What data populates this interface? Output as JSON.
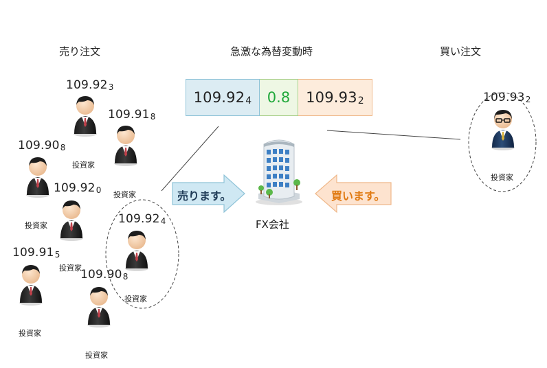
{
  "headings": {
    "sell_orders": "売り注文",
    "rapid_change": "急激な為替変動時",
    "buy_orders": "買い注文"
  },
  "quote": {
    "bid_main": "109.92",
    "bid_last": "4",
    "spread": "0.8",
    "ask_main": "109.93",
    "ask_last": "2"
  },
  "investor_label": "投資家",
  "investors_left": [
    {
      "main": "109.92",
      "last": "3"
    },
    {
      "main": "109.91",
      "last": "8"
    },
    {
      "main": "109.90",
      "last": "8"
    },
    {
      "main": "109.92",
      "last": "0"
    },
    {
      "main": "109.92",
      "last": "4"
    },
    {
      "main": "109.91",
      "last": "5"
    },
    {
      "main": "109.90",
      "last": "8"
    }
  ],
  "investor_right": {
    "main": "109.93",
    "last": "2"
  },
  "arrows": {
    "sell": "売ります。",
    "buy": "買います。"
  },
  "company": "FX会社",
  "colors": {
    "bid_bg": "#dcecf3",
    "bid_border": "#8fc3d8",
    "spread_bg": "#eef7e4",
    "spread_border": "#a9d08a",
    "spread_text": "#1fa83a",
    "ask_bg": "#fdecdc",
    "ask_border": "#efb88a",
    "sell_arrow": "#cfe8f3",
    "buy_arrow": "#fde3cf",
    "buy_text": "#e07a12"
  }
}
